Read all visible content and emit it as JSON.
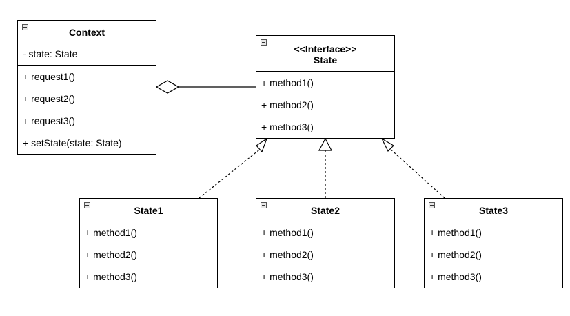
{
  "context": {
    "name": "Context",
    "attributes": [
      "- state: State"
    ],
    "methods": [
      "+ request1()",
      "+ request2()",
      "+ request3()",
      "+ setState(state: State)"
    ]
  },
  "state_interface": {
    "stereotype": "<<Interface>>",
    "name": "State",
    "methods": [
      "+ method1()",
      "+ method2()",
      "+ method3()"
    ]
  },
  "concrete_states": [
    {
      "name": "State1",
      "methods": [
        "+ method1()",
        "+ method2()",
        "+ method3()"
      ]
    },
    {
      "name": "State2",
      "methods": [
        "+ method1()",
        "+ method2()",
        "+ method3()"
      ]
    },
    {
      "name": "State3",
      "methods": [
        "+ method1()",
        "+ method2()",
        "+ method3()"
      ]
    }
  ],
  "relations": [
    {
      "type": "aggregation",
      "from": "Context",
      "to": "State"
    },
    {
      "type": "realization",
      "from": "State1",
      "to": "State"
    },
    {
      "type": "realization",
      "from": "State2",
      "to": "State"
    },
    {
      "type": "realization",
      "from": "State3",
      "to": "State"
    }
  ],
  "colors": {
    "line": "#000000",
    "background": "#ffffff"
  }
}
